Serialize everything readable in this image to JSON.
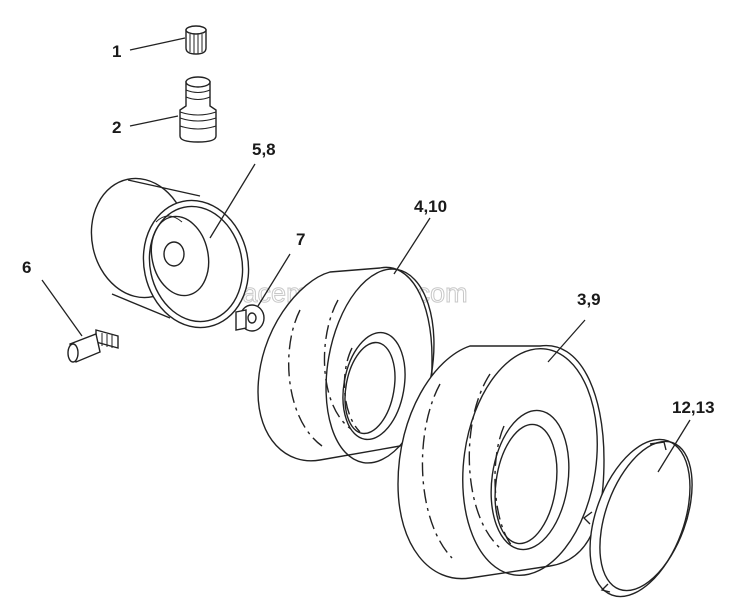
{
  "callouts": {
    "c1": "1",
    "c2": "2",
    "c58": "5,8",
    "c6": "6",
    "c7": "7",
    "c410": "4,10",
    "c39": "3,9",
    "c1213": "12,13"
  },
  "watermark": "eReplacementParts.com",
  "parts": [
    {
      "id": "1",
      "icon": "valve-cap-icon"
    },
    {
      "id": "2",
      "icon": "valve-stem-icon"
    },
    {
      "id": "5,8",
      "icon": "wheel-rim-icon"
    },
    {
      "id": "6",
      "icon": "bolt-icon"
    },
    {
      "id": "7",
      "icon": "washer-icon"
    },
    {
      "id": "4,10",
      "icon": "tire-icon"
    },
    {
      "id": "3,9",
      "icon": "tire-icon"
    },
    {
      "id": "12,13",
      "icon": "hub-cap-icon"
    }
  ],
  "colors": {
    "line": "#222222",
    "background": "#ffffff",
    "watermark": "#c8c8c8"
  }
}
